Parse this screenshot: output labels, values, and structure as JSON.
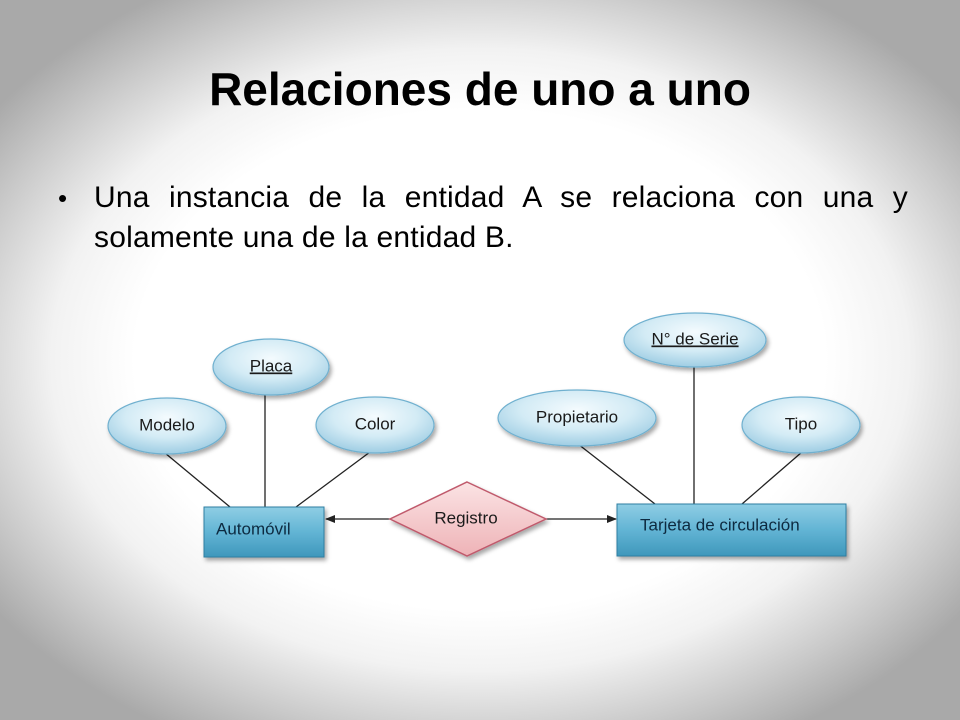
{
  "slide": {
    "title": "Relaciones de uno a uno",
    "bullets": [
      {
        "marker": "•",
        "text": "Una instancia de la entidad A se relaciona con una y solamente una de la entidad B."
      }
    ]
  },
  "diagram": {
    "entities": [
      {
        "id": "automovil",
        "label": "Automóvil"
      },
      {
        "id": "tarjeta",
        "label": "Tarjeta de circulación"
      }
    ],
    "relationship": {
      "label": "Registro"
    },
    "attributes": [
      {
        "label": "Modelo",
        "entity": "automovil",
        "key": false
      },
      {
        "label": "Placa",
        "entity": "automovil",
        "key": true
      },
      {
        "label": "Color",
        "entity": "automovil",
        "key": false
      },
      {
        "label": "Propietario",
        "entity": "tarjeta",
        "key": false
      },
      {
        "label": "N° de Serie",
        "entity": "tarjeta",
        "key": true
      },
      {
        "label": "Tipo",
        "entity": "tarjeta",
        "key": false
      }
    ],
    "colors": {
      "entity_fill": "#62b4d4",
      "attribute_fill": "#bfe0ef",
      "relationship_fill": "#f3c6c8",
      "relationship_stroke": "#c05a6c",
      "line": "#222222"
    }
  }
}
